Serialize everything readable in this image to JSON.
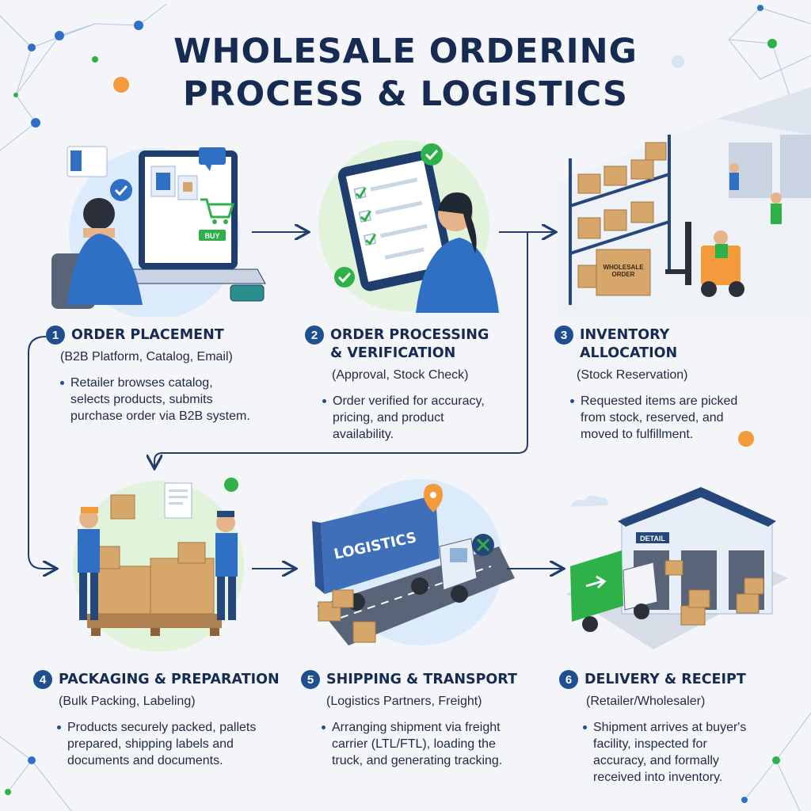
{
  "title": {
    "line1": "WHOLESALE ORDERING",
    "line2": "PROCESS & LOGISTICS"
  },
  "steps": [
    {
      "number": "1",
      "title": "ORDER PLACEMENT",
      "subtitle": "(B2B Platform, Catalog, Email)",
      "description": "Retailer browses catalog,\nselects products, submits\npurchase order via B2B system."
    },
    {
      "number": "2",
      "title": "ORDER PROCESSING\n& VERIFICATION",
      "subtitle": "(Approval, Stock Check)",
      "description": "Order verified for accuracy,\npricing, and product\navailability."
    },
    {
      "number": "3",
      "title": "INVENTORY\nALLOCATION",
      "subtitle": "(Stock Reservation)",
      "description": "Requested items are picked\nfrom stock, reserved, and\nmoved to fulfillment."
    },
    {
      "number": "4",
      "title": "PACKAGING & PREPARATION",
      "subtitle": "(Bulk Packing, Labeling)",
      "description": "Products securely packed, pallets\nprepared, shipping labels and\ndocuments and documents."
    },
    {
      "number": "5",
      "title": "SHIPPING & TRANSPORT",
      "subtitle": "(Logistics Partners, Freight)",
      "description": "Arranging shipment via freight\ncarrier (LTL/FTL), loading the\ntruck, and generating tracking."
    },
    {
      "number": "6",
      "title": "DELIVERY & RECEIPT",
      "subtitle": "(Retailer/Wholesaler)",
      "description": "Shipment arrives at buyer's\nfacility, inspected for\naccuracy, and formally\nreceived into inventory."
    }
  ],
  "illustrations": {
    "laptop_button": "BUY",
    "box_label_3": "WHOLESALE\nORDER",
    "truck_label": "LOGISTICS",
    "building_sign": "DETAIL"
  },
  "colors": {
    "navy": "#172a52",
    "accent_blue": "#1f4f8f",
    "check_green": "#2fb14a",
    "box_tan": "#d6a66b",
    "orange": "#f39a3a"
  }
}
